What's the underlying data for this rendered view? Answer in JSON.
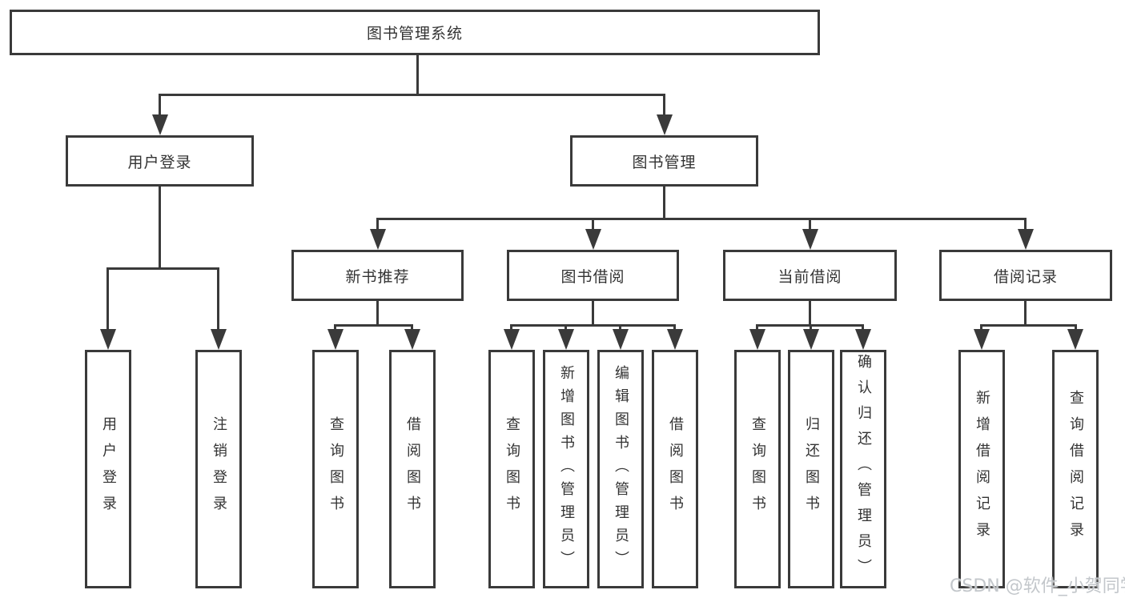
{
  "tree": {
    "root": {
      "label": "图书管理系统"
    },
    "login": {
      "label": "用户登录",
      "children": [
        {
          "label": "用户登录"
        },
        {
          "label": "注销登录"
        }
      ]
    },
    "mgmt": {
      "label": "图书管理"
    },
    "newbook": {
      "label": "新书推荐",
      "children": [
        {
          "label": "查询图书"
        },
        {
          "label": "借阅图书"
        }
      ]
    },
    "borrow": {
      "label": "图书借阅",
      "children": [
        {
          "label": "查询图书"
        },
        {
          "label": "新增图书（管理员）"
        },
        {
          "label": "编辑图书（管理员）"
        },
        {
          "label": "借阅图书"
        }
      ]
    },
    "current": {
      "label": "当前借阅",
      "children": [
        {
          "label": "查询图书"
        },
        {
          "label": "归还图书"
        },
        {
          "label": "确认归还（管理员）"
        }
      ]
    },
    "records": {
      "label": "借阅记录",
      "children": [
        {
          "label": "新增借阅记录"
        },
        {
          "label": "查询借阅记录"
        }
      ]
    }
  },
  "watermark": {
    "text": "CSDN @软件_小贺同学"
  },
  "colors": {
    "line": "#3a3a3a",
    "text": "#333333",
    "watermark": "#c3c7cb",
    "background": "#ffffff"
  }
}
